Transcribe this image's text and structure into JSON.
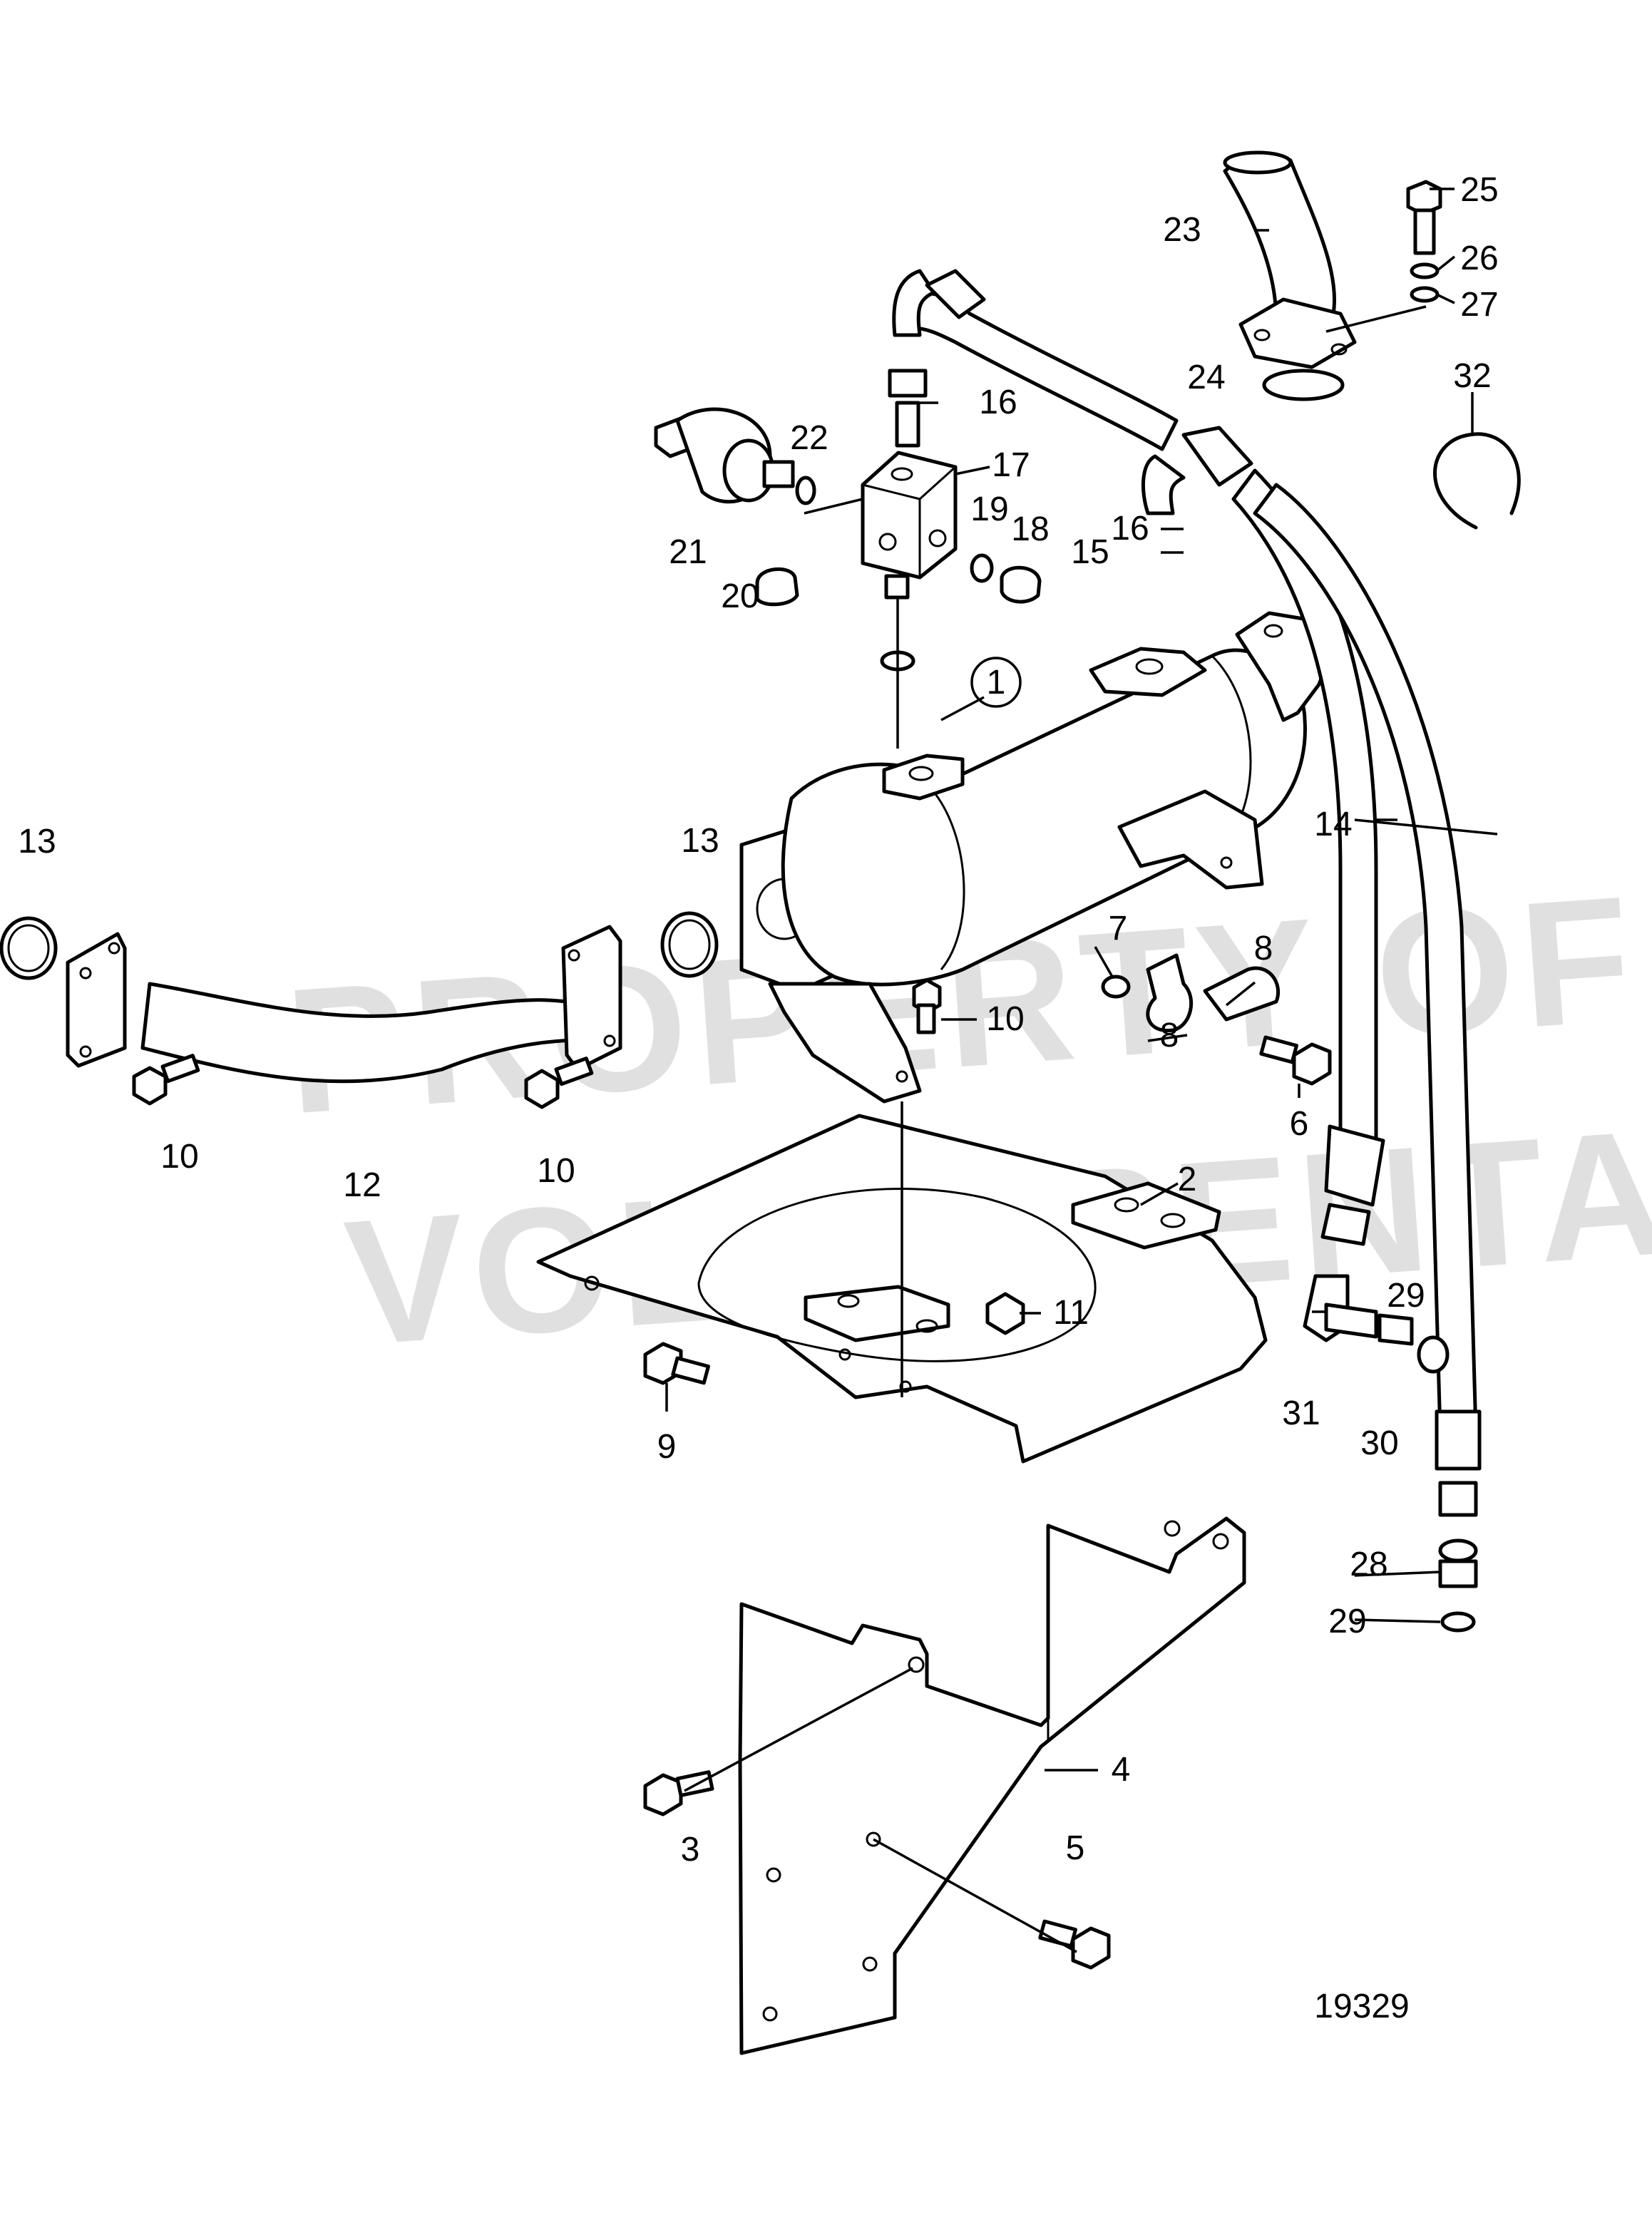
{
  "figure_id": "19329",
  "watermark": {
    "line1": "PROPERTY OF",
    "line2": "VOLVO PENTA"
  },
  "callouts": [
    "1",
    "2",
    "3",
    "4",
    "5",
    "6",
    "7",
    "8",
    "9",
    "10",
    "11",
    "12",
    "13",
    "14",
    "15",
    "16",
    "17",
    "18",
    "19",
    "20",
    "21",
    "22",
    "23",
    "24",
    "25",
    "26",
    "27",
    "28",
    "29",
    "30",
    "31",
    "32"
  ],
  "colors": {
    "line": "#000000",
    "background": "#ffffff",
    "watermark": "#c8c8c8"
  }
}
